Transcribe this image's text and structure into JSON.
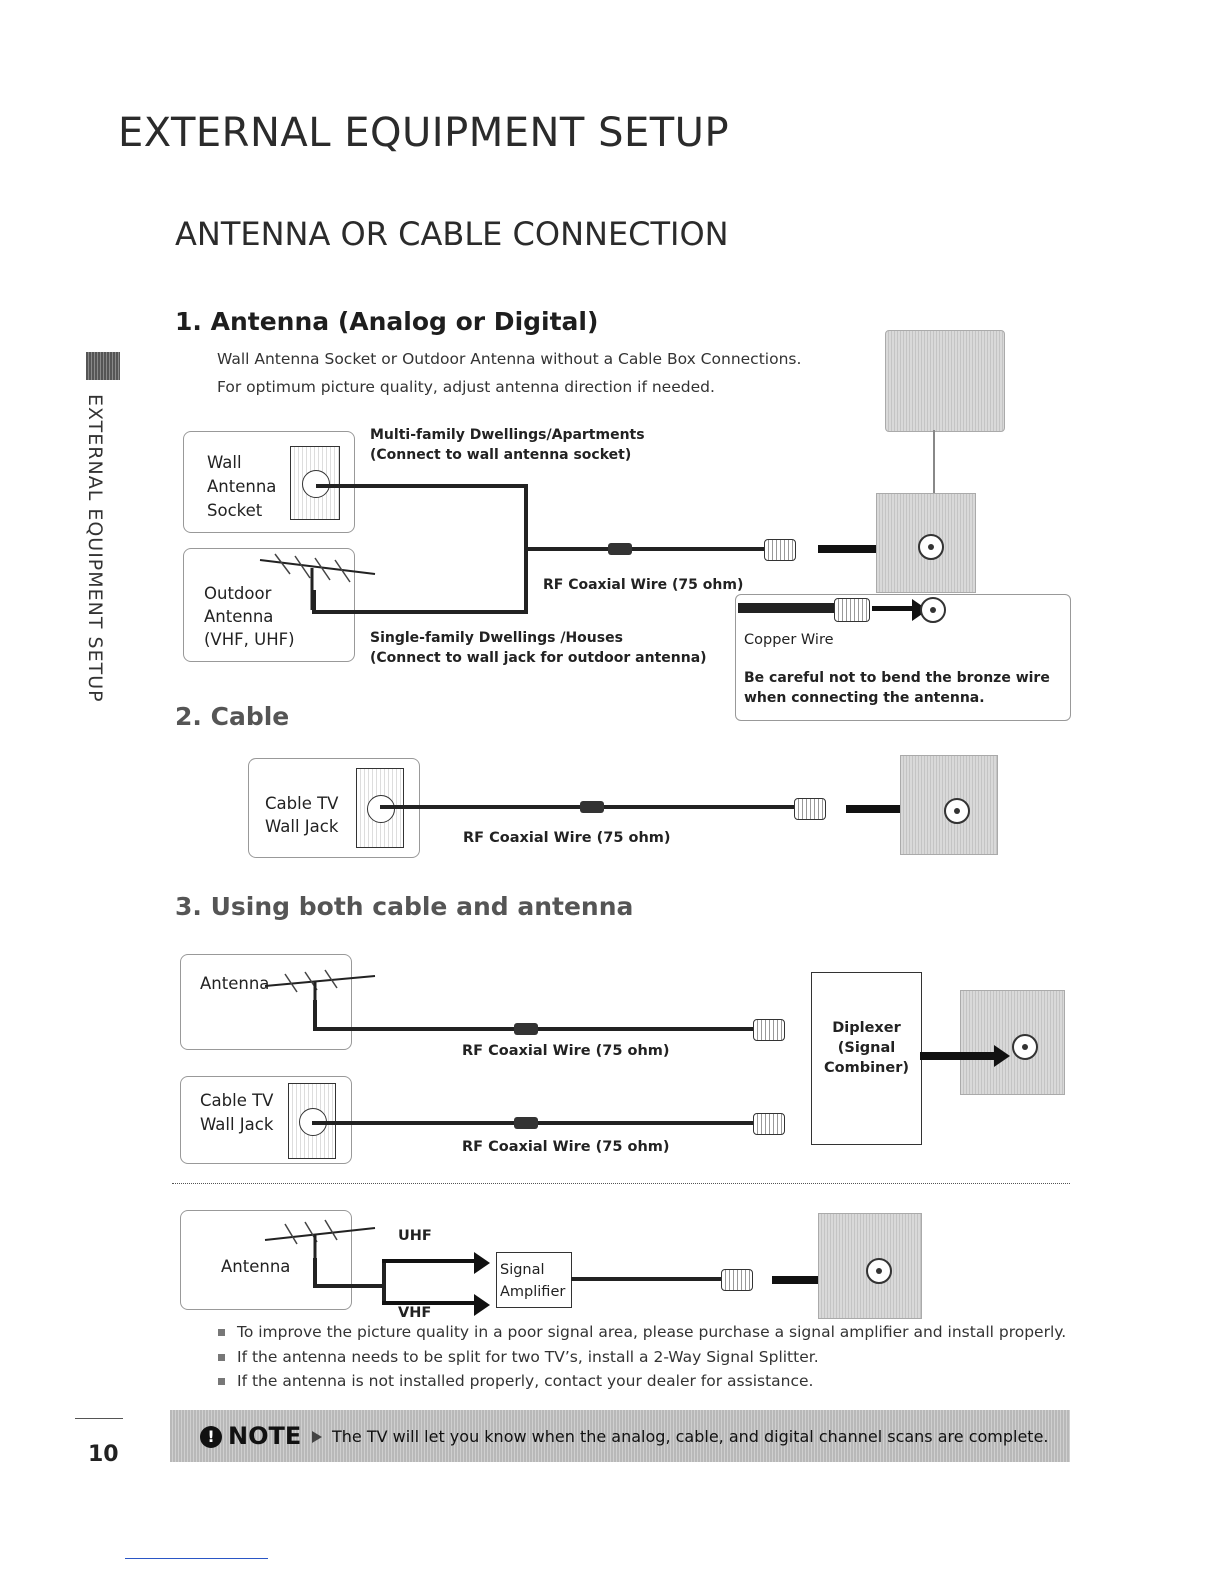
{
  "page": {
    "title": "EXTERNAL EQUIPMENT SETUP",
    "section_title": "ANTENNA OR CABLE CONNECTION",
    "side_label": "EXTERNAL EQUIPMENT SETUP",
    "page_number": "10"
  },
  "antenna": {
    "heading": "1. Antenna (Analog or Digital)",
    "intro_line1": "Wall Antenna Socket or Outdoor Antenna without a Cable Box Connections.",
    "intro_line2": "For optimum picture quality, adjust antenna direction if needed.",
    "wall_label_1": "Wall",
    "wall_label_2": "Antenna",
    "wall_label_3": "Socket",
    "outdoor_label_1": "Outdoor",
    "outdoor_label_2": "Antenna",
    "outdoor_label_3": "(VHF, UHF)",
    "multi_family_1": "Multi-family Dwellings/Apartments",
    "multi_family_2": "(Connect to wall antenna socket)",
    "single_family_1": "Single-family Dwellings /Houses",
    "single_family_2": "(Connect to wall jack for outdoor antenna)",
    "rf_wire": "RF Coaxial Wire (75 ohm)",
    "copper_wire": "Copper Wire",
    "caution_1": "Be careful not to bend the bronze wire",
    "caution_2": "when connecting the antenna."
  },
  "cable": {
    "heading": "2. Cable",
    "jack_label_1": "Cable TV",
    "jack_label_2": "Wall Jack",
    "rf_wire": "RF Coaxial Wire (75 ohm)"
  },
  "both": {
    "heading": "3. Using both cable and antenna",
    "antenna_label": "Antenna",
    "jack_label_1": "Cable TV",
    "jack_label_2": "Wall Jack",
    "rf_wire_1": "RF Coaxial Wire (75 ohm)",
    "rf_wire_2": "RF Coaxial Wire (75 ohm)",
    "diplexer_1": "Diplexer",
    "diplexer_2": "(Signal",
    "diplexer_3": "Combiner)"
  },
  "amplifier": {
    "antenna_label": "Antenna",
    "uhf": "UHF",
    "vhf": "VHF",
    "amp_1": "Signal",
    "amp_2": "Amplifier"
  },
  "bullets": [
    "To improve the picture quality in a poor signal area, please purchase a signal amplifier and install properly.",
    "If the antenna needs to be split for two TV’s, install a 2-Way Signal Splitter.",
    "If the antenna is not installed properly, contact your dealer for assistance."
  ],
  "note": {
    "icon": "!",
    "label": "NOTE",
    "text": "The TV will let you know when the analog, cable, and digital channel scans are complete."
  }
}
